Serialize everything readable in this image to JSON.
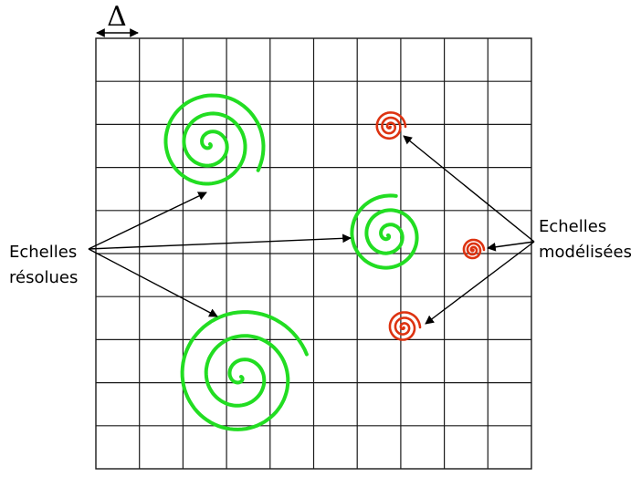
{
  "delta_label": "Δ",
  "labels": {
    "resolved_line1": "Echelles",
    "resolved_line2": "résolues",
    "modeled_line1": "Echelles",
    "modeled_line2": "modélisées"
  },
  "colors": {
    "resolved_spiral": "#22dd22",
    "modeled_spiral": "#dd3311",
    "grid": "#1a1a1a",
    "arrow": "#000000"
  }
}
